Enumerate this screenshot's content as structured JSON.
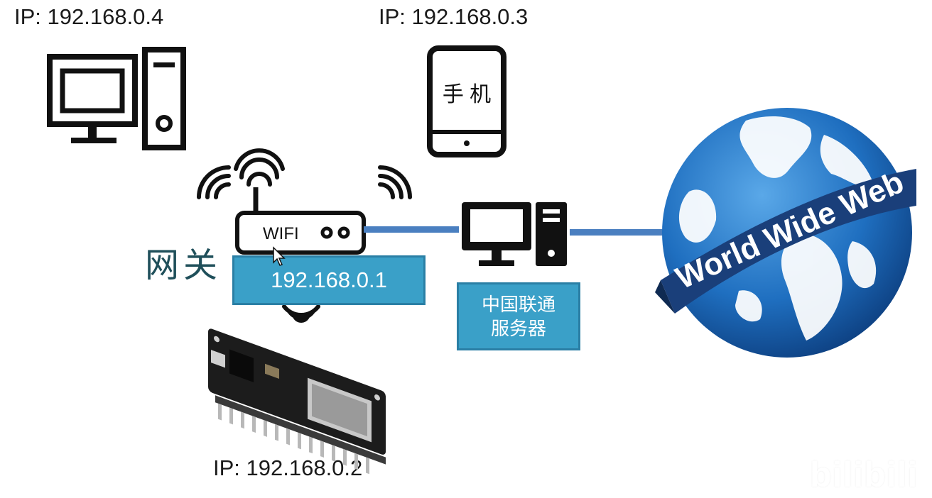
{
  "labels": {
    "ip_desktop": "IP: 192.168.0.4",
    "ip_phone": "IP: 192.168.0.3",
    "ip_board": "IP: 192.168.0.2"
  },
  "router": {
    "label": "WIFI",
    "gateway_label": "网关",
    "gateway_ip": "192.168.0.1"
  },
  "phone": {
    "label": "手 机"
  },
  "isp_server": {
    "line1": "中国联通",
    "line2": "服务器"
  },
  "globe": {
    "banner_text": "World Wide Web"
  },
  "watermark": {
    "text": "bilibili"
  },
  "colors": {
    "link": "#4a7fc0",
    "box_fill": "#3aa0c8",
    "box_border": "#2a7fa5",
    "globe_ocean": "#1f6fc0",
    "banner": "#1a3f7a"
  }
}
